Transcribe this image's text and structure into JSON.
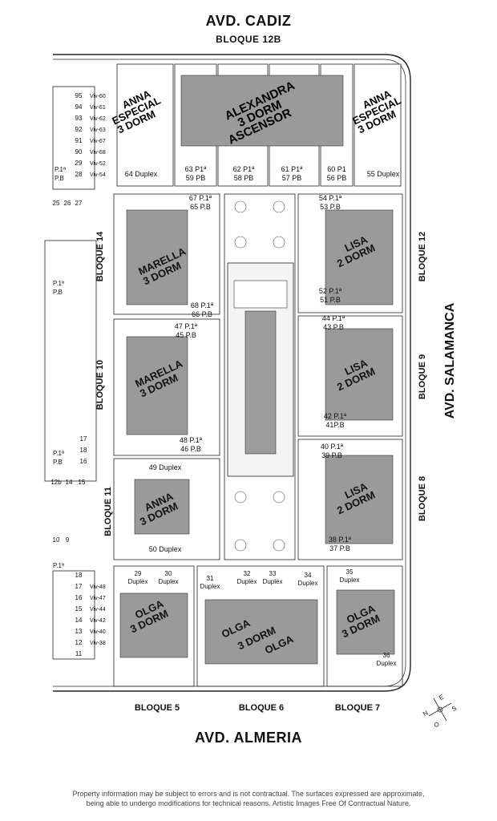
{
  "streets": {
    "north": "AVD. CADIZ",
    "south": "AVD. ALMERIA",
    "east": "AVD. SALAMANCA"
  },
  "blocks": {
    "b12b": "BLOQUE 12B",
    "b14": "BLOQUE 14",
    "b10": "BLOQUE 10",
    "b11": "BLOQUE 11",
    "b12": "BLOQUE 12",
    "b9": "BLOQUE 9",
    "b8": "BLOQUE 8",
    "b5": "BLOQUE 5",
    "b6": "BLOQUE 6",
    "b7": "BLOQUE 7"
  },
  "models": {
    "anna_esp_l": [
      "ANNA",
      "ESPECIAL",
      "3 DORM"
    ],
    "alexandra": [
      "ALEXANDRA",
      "3 DORM",
      "ASCENSOR"
    ],
    "anna_esp_r": [
      "ANNA",
      "ESPECIAL",
      "3 DORM"
    ],
    "marella1": [
      "MARELLA",
      "3 DORM"
    ],
    "marella2": [
      "MARELLA",
      "3 DORM"
    ],
    "anna": [
      "ANNA",
      "3 DORM"
    ],
    "lisa1": [
      "LISA",
      "2 DORM"
    ],
    "lisa2": [
      "LISA",
      "2 DORM"
    ],
    "lisa3": [
      "LISA",
      "2 DORM"
    ],
    "olga1": [
      "OLGA",
      "3 DORM"
    ],
    "olga2": [
      "OLGA",
      "3 DORM",
      "OLGA"
    ],
    "olga3": [
      "OLGA",
      "3 DORM"
    ]
  },
  "units": {
    "u64": "64 Duplex",
    "u63": [
      "63 P1ª",
      "59 PB"
    ],
    "u62": [
      "62 P1ª",
      "58 PB"
    ],
    "u61": [
      "61 P1ª",
      "57 PB"
    ],
    "u60": [
      "60 P1",
      "56 PB"
    ],
    "u55": "55 Duplex",
    "u67": [
      "67 P.1ª",
      "65 P.B"
    ],
    "u54": [
      "54 P.1ª",
      "53 P.B"
    ],
    "u68": [
      "68 P.1ª",
      "66 P.B"
    ],
    "u52": [
      "52 P.1ª",
      "51 P.B"
    ],
    "u47": [
      "47 P.1ª",
      "45 P.B"
    ],
    "u44": [
      "44 P.1ª",
      "43 P.B"
    ],
    "u48": [
      "48 P.1ª",
      "46 P.B"
    ],
    "u42": [
      "42 P.1ª",
      "41P.B"
    ],
    "u40": [
      "40 P.1ª",
      "39 P.B"
    ],
    "u49": "49 Duplex",
    "u38": [
      "38 P.1ª",
      "37 P.B"
    ],
    "u50": "50 Duplex",
    "u29": [
      "29",
      "Duplex"
    ],
    "u30": [
      "30",
      "Duplex"
    ],
    "u31": [
      "31",
      "Duplex"
    ],
    "u32": [
      "32",
      "Duplex"
    ],
    "u33": [
      "33",
      "Duplex"
    ],
    "u34": [
      "34",
      "Duplex"
    ],
    "u35": [
      "35",
      "Duplex"
    ],
    "u36": [
      "36",
      "Duplex"
    ]
  },
  "parking_top": {
    "nums": [
      "95",
      "94",
      "93",
      "92",
      "91",
      "90",
      "29",
      "28"
    ],
    "labels": [
      "Viv-60",
      "Viv-61",
      "Viv-62",
      "Viv-63",
      "Viv-67",
      "Viv-68",
      "Viv-52",
      "Viv-54"
    ],
    "edge_top": [
      "P.1ª",
      "P.B"
    ],
    "row": [
      "25",
      "26",
      "27"
    ]
  },
  "parking_mid": {
    "left_a": [
      "P.1ª",
      "P.B"
    ],
    "left_b": [
      "P.1ª",
      "P.B"
    ],
    "nums": [
      "17",
      "18",
      "16"
    ],
    "row": [
      "12b",
      "14",
      "15"
    ]
  },
  "parking_bot": {
    "row": [
      "10",
      "9"
    ],
    "edge": "P.1ª",
    "nums": [
      "18",
      "17",
      "16",
      "15",
      "14",
      "13",
      "12",
      "11"
    ],
    "labels": [
      "Viv-48",
      "Viv-47",
      "Viv-44",
      "Viv-42",
      "Viv-40",
      "Viv-38"
    ]
  },
  "compass": {
    "n": "N",
    "s": "S",
    "e": "E",
    "o": "O"
  },
  "disclaimer": [
    "Property information may be subject to errors and is not contractual. The surfaces expressed are approximate,",
    "being able to undergo modifications for technical reasons. Artistic Images Free Of Contractual Nature."
  ]
}
